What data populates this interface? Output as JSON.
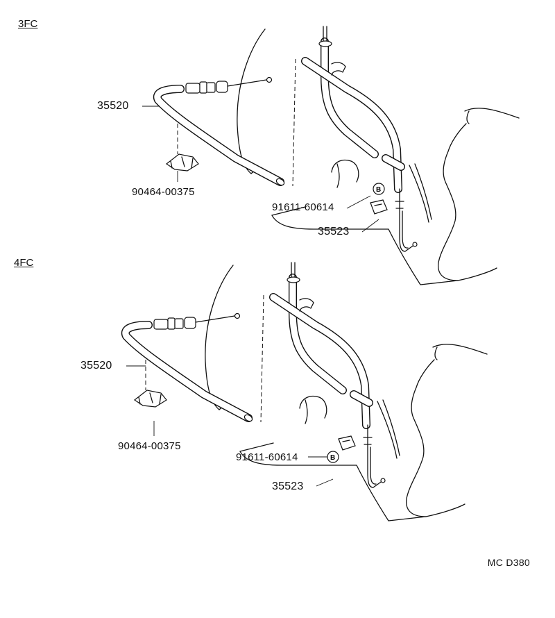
{
  "sections": [
    {
      "title": "3FC",
      "labels": {
        "cable": "35520",
        "clamp": "90464-00375",
        "bolt": "91611-60614",
        "bracket": "35523"
      },
      "marker": "B"
    },
    {
      "title": "4FC",
      "labels": {
        "cable": "35520",
        "clamp": "90464-00375",
        "bolt": "91611-60614",
        "bracket": "35523"
      },
      "marker": "B"
    }
  ],
  "reference_code": "MC D380"
}
